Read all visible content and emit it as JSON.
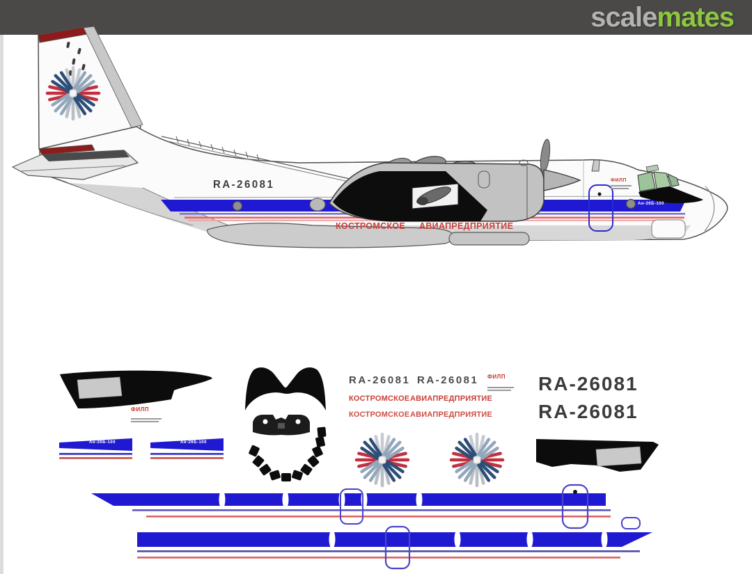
{
  "banner": {
    "logo_scale": "scale",
    "logo_mates": "mates"
  },
  "aircraft": {
    "registration": "RA-26081",
    "titles": {
      "word1": "КОСТРОМСКОЕ",
      "word2": "АВИАПРЕДПРИЯТИЕ"
    },
    "nose_emblem": "ФИЛП",
    "type_label": "Ан-26Б-100"
  },
  "decal_sheet": {
    "small_registrations": [
      "RA-26081",
      "RA-26081"
    ],
    "emblem_text": "ФИЛП",
    "titles_line1": {
      "word1": "КОСТРОМСКОЕ",
      "word2": "АВИАПРЕДПРИЯТИЕ"
    },
    "titles_line2": {
      "word1": "КОСТРОМСКОЕ",
      "word2": "АВИАПРЕДПРИЯТИЕ"
    },
    "large_registrations": [
      "RA-26081",
      "RA-26081"
    ],
    "nose_stripe_labels": [
      "Ан-26Б-100",
      "Ан-26Б-100"
    ]
  },
  "colors": {
    "banner_bg": "#4a4947",
    "logo_green": "#8dc63f",
    "cheatline_blue": "#1f1ad2",
    "pinstripe_red": "#e16464",
    "titles_red": "#c8403a",
    "tail_cap_red": "#8e1b1b",
    "decal_black": "#0c0c0c"
  }
}
